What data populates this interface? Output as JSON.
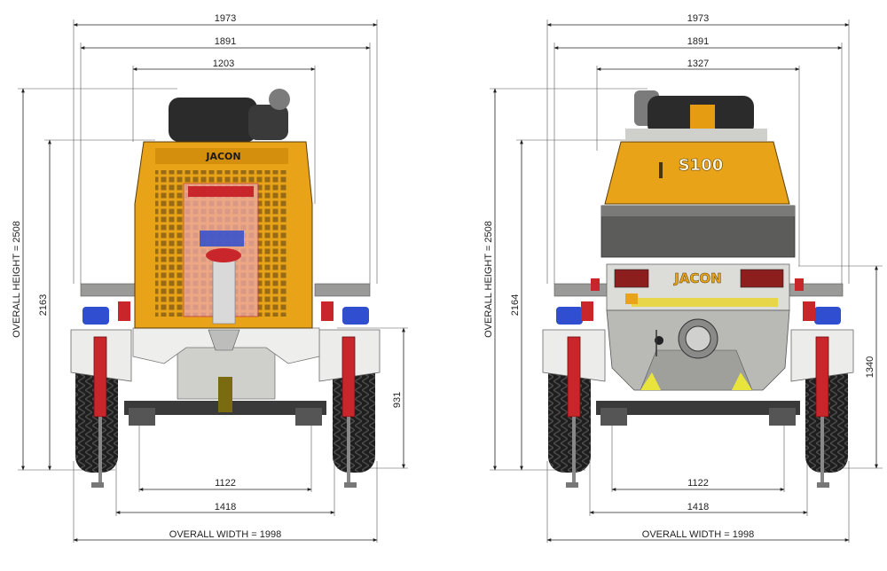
{
  "left_view": {
    "dims": {
      "top1": "1973",
      "top2": "1891",
      "top3": "1203",
      "overall_height": "OVERALL HEIGHT = 2508",
      "height2": "2163",
      "right_height": "931",
      "bottom1": "1122",
      "bottom2": "1418",
      "overall_width": "OVERALL WIDTH = 1998"
    },
    "logo": "JACON"
  },
  "right_view": {
    "dims": {
      "top1": "1973",
      "top2": "1891",
      "top3": "1327",
      "overall_height": "OVERALL HEIGHT = 2508",
      "height2": "2164",
      "right_height": "1340",
      "bottom1": "1122",
      "bottom2": "1418",
      "overall_width": "OVERALL WIDTH = 1998"
    },
    "logo": "JACON",
    "model": "S100"
  },
  "colors": {
    "body_yellow": "#e8a318",
    "body_orange": "#e59b12",
    "dark": "#2b2b2b",
    "grey": "#b9b9b6",
    "red": "#c8262a",
    "blue": "#2f4fd0"
  }
}
